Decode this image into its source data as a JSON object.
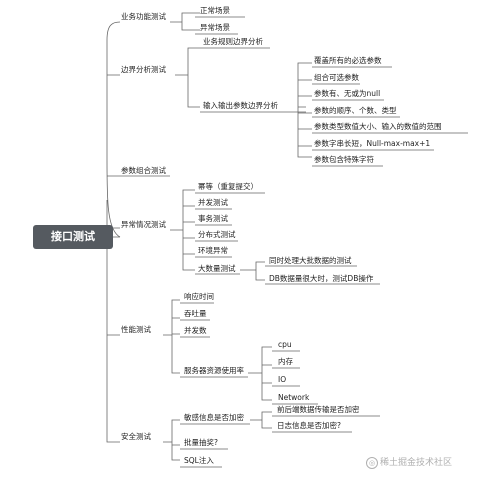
{
  "root": "接口测试",
  "branches": {
    "functional": {
      "label": "业务功能测试",
      "items": [
        "正常场景",
        "异常场景"
      ]
    },
    "boundary": {
      "label": "边界分析测试",
      "business_rule": "业务规则边界分析",
      "io": {
        "label": "输入输出参数边界分析",
        "items": [
          "覆盖所有的必选参数",
          "组合可选参数",
          "参数有、无或为null",
          "参数的顺序、个数、类型",
          "参数类型数值大小、输入的数值的范围",
          "参数字串长短，Null-max-max+1",
          "参数包含特殊字符"
        ]
      }
    },
    "combination": {
      "label": "参数组合测试"
    },
    "exception": {
      "label": "异常情况测试",
      "items": [
        "幂等（重复提交）",
        "并发测试",
        "事务测试",
        "分布式测试",
        "环境异常"
      ],
      "bigdata": {
        "label": "大数量测试",
        "items": [
          "同时处理大批数据的测试",
          "DB数据量很大时，测试DB操作"
        ]
      }
    },
    "performance": {
      "label": "性能测试",
      "items": [
        "响应时间",
        "吞吐量",
        "并发数"
      ],
      "resource": {
        "label": "服务器资源使用率",
        "items": [
          "cpu",
          "内存",
          "IO",
          "Network"
        ]
      }
    },
    "security": {
      "label": "安全测试",
      "encryption": {
        "label": "敏感信息是否加密",
        "items": [
          "前后端数据传输是否加密",
          "日志信息是否加密?"
        ]
      },
      "items": [
        "批量抽奖?",
        "SQL注入"
      ]
    }
  },
  "watermark": "稀土掘金技术社区",
  "colors": {
    "root_bg": "#555a60",
    "line": "#666666"
  }
}
